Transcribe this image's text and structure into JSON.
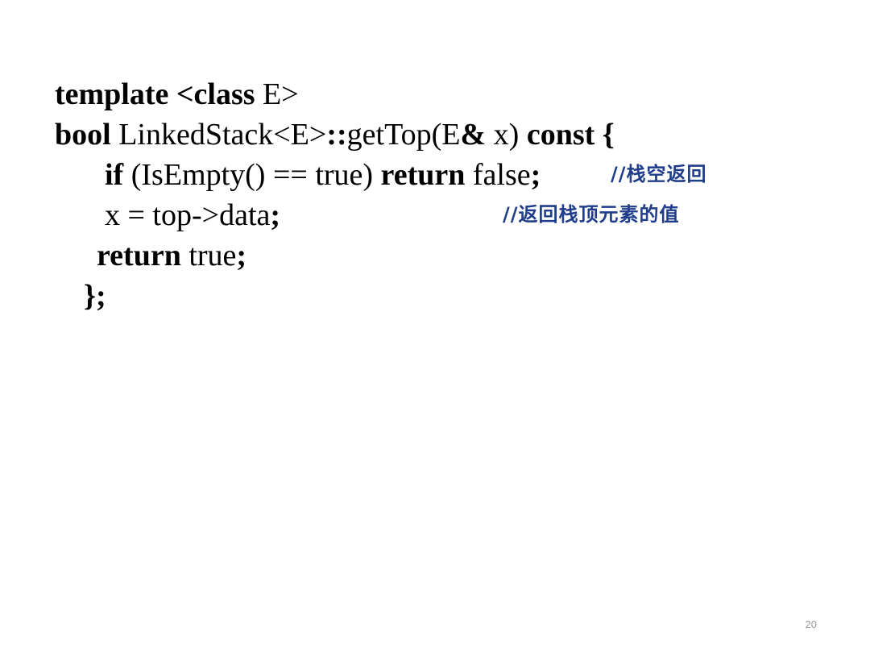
{
  "code": {
    "line1": {
      "kw_template": "template",
      "kw_class": " <class",
      "text_e": " E>"
    },
    "line2": {
      "kw_bool": "bool",
      "text_name": " LinkedStack<E>",
      "kw_scope": "::",
      "text_func": "getTop(E",
      "kw_amp": "&",
      "text_param": " x) ",
      "kw_const": "const {"
    },
    "line3": {
      "kw_if": "if",
      "text_cond": " (IsEmpty() == true) ",
      "kw_return": "return",
      "text_false": " false",
      "kw_semicolon": ";",
      "comment": "//栈空返回"
    },
    "line4": {
      "text_assign": "x = top->data",
      "kw_semicolon": ";",
      "comment": "//返回栈顶元素的值"
    },
    "line5": {
      "kw_return": "return",
      "text_true": " true",
      "kw_semicolon": ";"
    },
    "line6": {
      "kw_close": "};"
    }
  },
  "page_number": "20"
}
